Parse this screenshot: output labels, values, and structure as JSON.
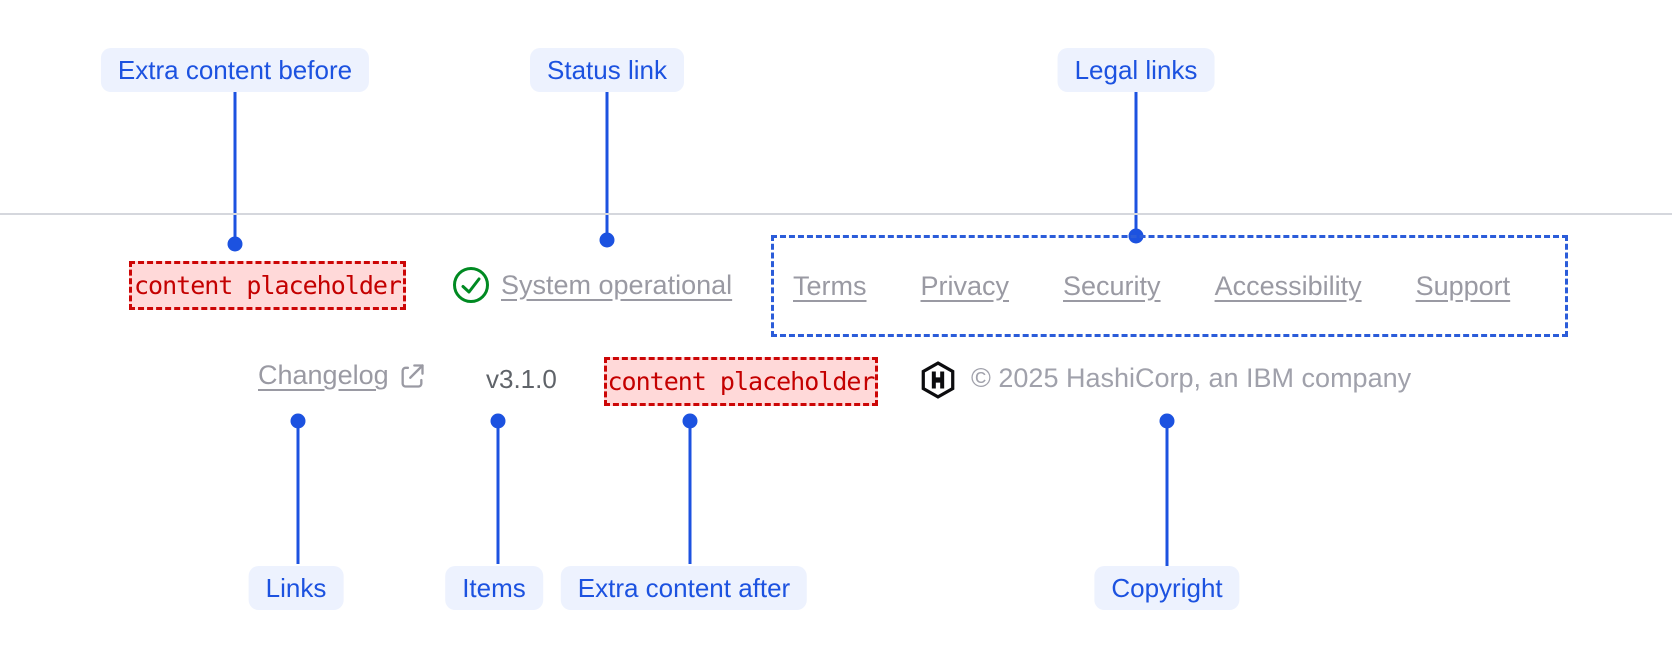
{
  "annotations": {
    "extra_content_before": "Extra content before",
    "status_link": "Status link",
    "legal_links": "Legal links",
    "links": "Links",
    "items": "Items",
    "extra_content_after": "Extra content after",
    "copyright": "Copyright"
  },
  "footer": {
    "extra_content_before": "content placeholder",
    "status": {
      "label": "System operational"
    },
    "legal_links": [
      "Terms",
      "Privacy",
      "Security",
      "Accessibility",
      "Support"
    ],
    "links": [
      {
        "label": "Changelog",
        "external": true
      }
    ],
    "version": "v3.1.0",
    "extra_content_after": "content placeholder",
    "copyright": "© 2025 HashiCorp, an IBM company"
  },
  "colors": {
    "accent": "#1c52e0",
    "annotation_pill_bg": "#edf2fe",
    "success_green": "#008a22",
    "placeholder_red": "#c40000",
    "placeholder_bg": "#ffd9d9",
    "faded_link": "#9a9aa3",
    "divider": "#d5d7dd"
  }
}
